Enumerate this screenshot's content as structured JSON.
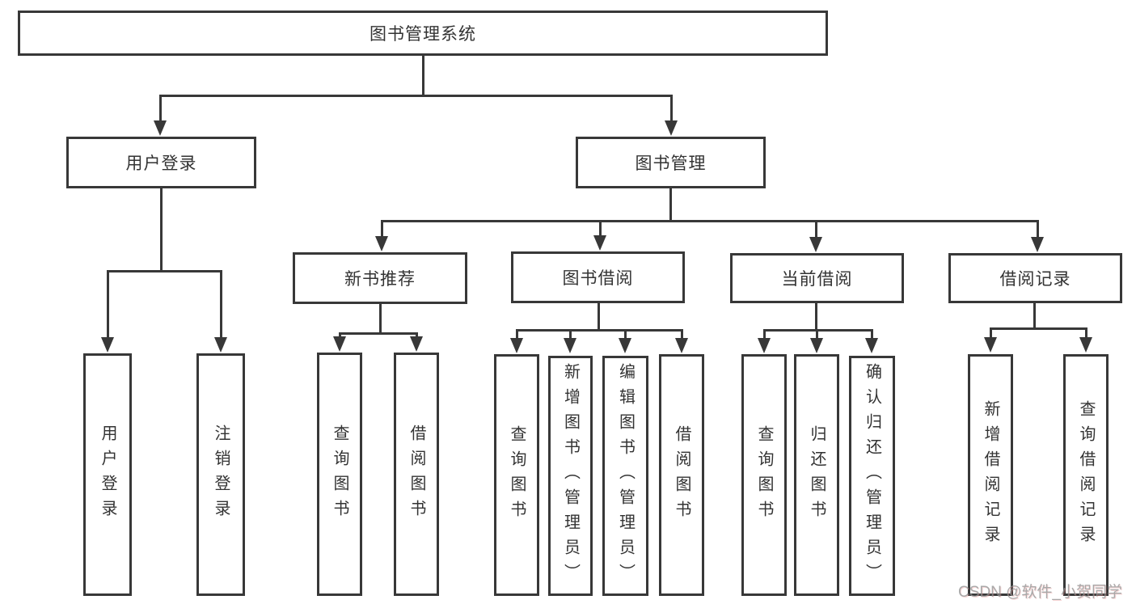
{
  "diagram": {
    "type": "tree",
    "title": "图书管理系统"
  },
  "colors": {
    "line": "#383838",
    "text": "#333333",
    "background": "#ffffff",
    "watermark": "#919191"
  },
  "watermark": {
    "text": "CSDN @软件_小贺同学"
  },
  "nodes": [
    {
      "id": "root",
      "label": "图书管理系统",
      "level": 1,
      "parent": null
    },
    {
      "id": "user-login",
      "label": "用户登录",
      "level": 2,
      "parent": "root"
    },
    {
      "id": "book-management",
      "label": "图书管理",
      "level": 2,
      "parent": "root"
    },
    {
      "id": "new-book-recommend",
      "label": "新书推荐",
      "level": 3,
      "parent": "book-management"
    },
    {
      "id": "book-borrowing",
      "label": "图书借阅",
      "level": 3,
      "parent": "book-management"
    },
    {
      "id": "current-borrowing",
      "label": "当前借阅",
      "level": 3,
      "parent": "book-management"
    },
    {
      "id": "borrowing-records",
      "label": "借阅记录",
      "level": 3,
      "parent": "book-management"
    },
    {
      "id": "leaf-user-login",
      "label": "用户登录",
      "level": 4,
      "parent": "user-login"
    },
    {
      "id": "leaf-logout",
      "label": "注销登录",
      "level": 4,
      "parent": "user-login"
    },
    {
      "id": "leaf-query-books-1",
      "label": "查询图书",
      "level": 4,
      "parent": "new-book-recommend"
    },
    {
      "id": "leaf-borrow-books-1",
      "label": "借阅图书",
      "level": 4,
      "parent": "new-book-recommend"
    },
    {
      "id": "leaf-query-books-2",
      "label": "查询图书",
      "level": 4,
      "parent": "book-borrowing"
    },
    {
      "id": "leaf-add-books",
      "label": "新增图书（管理员）",
      "level": 4,
      "parent": "book-borrowing"
    },
    {
      "id": "leaf-edit-books",
      "label": "编辑图书（管理员）",
      "level": 4,
      "parent": "book-borrowing"
    },
    {
      "id": "leaf-borrow-books-2",
      "label": "借阅图书",
      "level": 4,
      "parent": "book-borrowing"
    },
    {
      "id": "leaf-query-books-3",
      "label": "查询图书",
      "level": 4,
      "parent": "current-borrowing"
    },
    {
      "id": "leaf-return-books",
      "label": "归还图书",
      "level": 4,
      "parent": "current-borrowing"
    },
    {
      "id": "leaf-confirm-return",
      "label": "确认归还（管理员）",
      "level": 4,
      "parent": "current-borrowing"
    },
    {
      "id": "leaf-add-borrow-record",
      "label": "新增借阅记录",
      "level": 4,
      "parent": "borrowing-records"
    },
    {
      "id": "leaf-query-borrow-record",
      "label": "查询借阅记录",
      "level": 4,
      "parent": "borrowing-records"
    }
  ]
}
